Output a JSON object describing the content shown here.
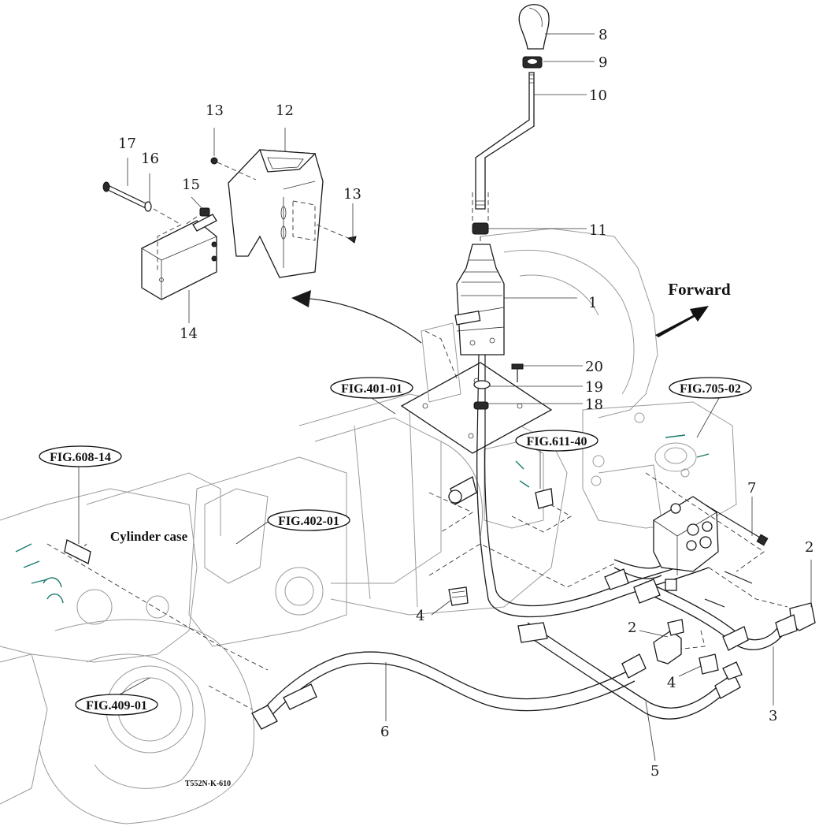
{
  "callouts": [
    "1",
    "2",
    "2",
    "3",
    "4",
    "4",
    "5",
    "6",
    "7",
    "8",
    "9",
    "10",
    "11",
    "12",
    "13",
    "13",
    "14",
    "15",
    "16",
    "17",
    "18",
    "19",
    "20"
  ],
  "figure_refs": [
    "FIG.401-01",
    "FIG.705-02",
    "FIG.611-40",
    "FIG.608-14",
    "FIG.402-01",
    "FIG.409-01"
  ],
  "labels": {
    "forward": "Forward",
    "cylinder_case": "Cylinder case",
    "drawing_code": "T552N-K-610"
  }
}
